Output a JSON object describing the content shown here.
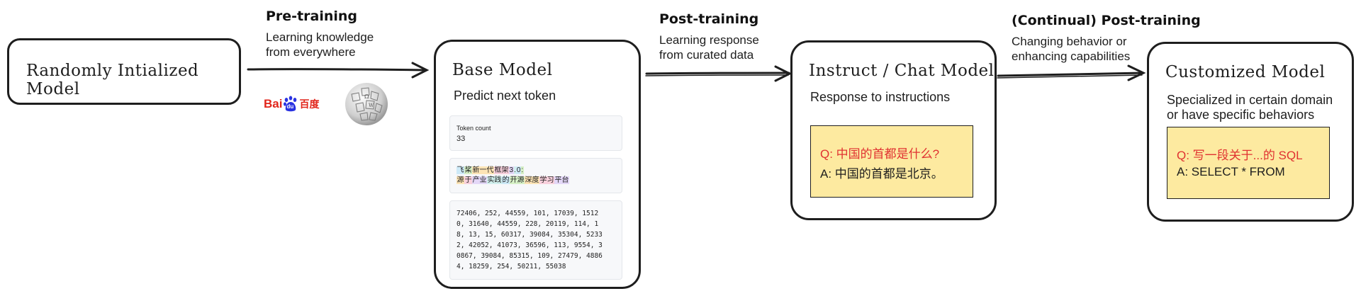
{
  "stages": {
    "pre": {
      "title": "Pre-training",
      "desc_line1": "Learning knowledge",
      "desc_line2": "from everywhere"
    },
    "post": {
      "title": "Post-training",
      "desc_line1": "Learning response",
      "desc_line2": "from curated data"
    },
    "continual": {
      "title": "(Continual) Post-training",
      "desc_line1": "Changing behavior or",
      "desc_line2": "enhancing capabilities"
    }
  },
  "random_model": {
    "label": "Randomly Intialized Model"
  },
  "logos": {
    "baidu_text": "Bai",
    "baidu_paw": "du",
    "baidu_cn": "百度"
  },
  "base_model": {
    "title": "Base Model",
    "desc": "Predict next token",
    "token_count_label": "Token count",
    "token_count_value": "33",
    "tokens_line1": [
      "飞",
      "桨",
      "新一代",
      "框架",
      "3",
      ".",
      "0",
      ":"
    ],
    "tokens_line2": [
      "源",
      "于",
      "产业",
      "实践",
      "的",
      "开源",
      "深度",
      "学习",
      "平台"
    ],
    "token_ids": [
      "72406, 252, 44559, 101, 17039, 1512",
      "0, 31640, 44559, 228, 20119, 114, 1",
      "8, 13, 15, 60317, 39084, 35304, 5233",
      "2, 42052, 41073, 36596, 113, 9554, 3",
      "0867, 39084, 85315, 109, 27479, 4886",
      "4, 18259, 254, 50211, 55038"
    ],
    "token_colors": [
      "#cde9f7",
      "#d6f0c6",
      "#fde4b5",
      "#f8d0dc",
      "#e3d7f7",
      "#d2f0ee"
    ]
  },
  "instruct_model": {
    "title": "Instruct / Chat Model",
    "desc": "Response to instructions",
    "q": "Q:  中国的首都是什么?",
    "a": "A:  中国的首都是北京。"
  },
  "custom_model": {
    "title": "Customized Model",
    "desc_line1": "Specialized in certain domain",
    "desc_line2": "or have specific behaviors",
    "q": "Q:  写一段关于...的 SQL",
    "a": "A:  SELECT * FROM"
  }
}
